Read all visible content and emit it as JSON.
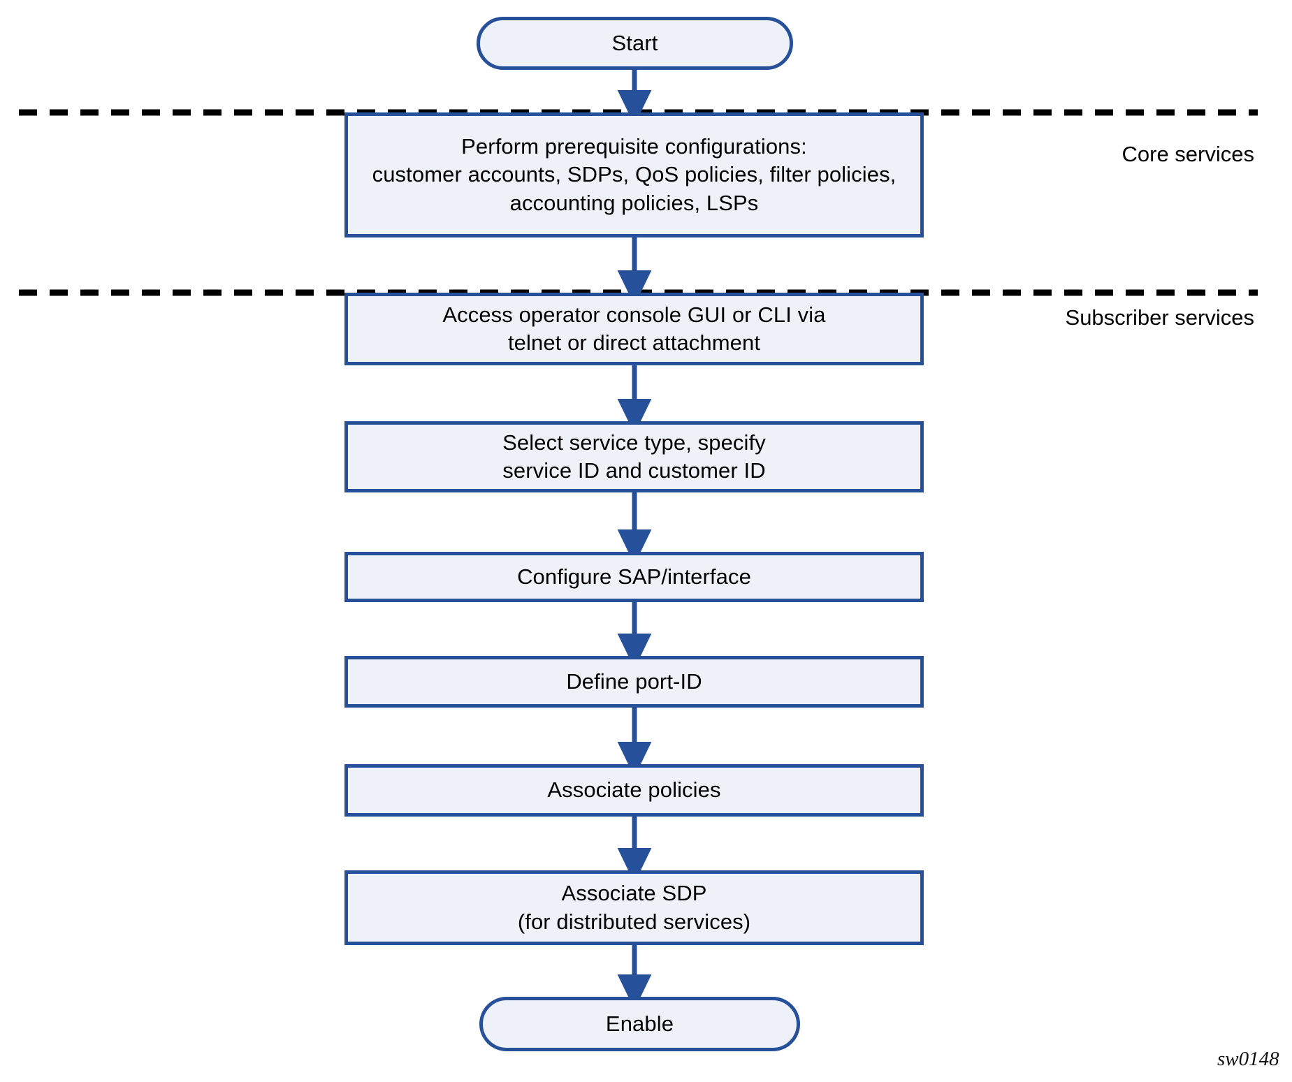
{
  "diagram": {
    "figure_id": "sw0148",
    "colors": {
      "node_fill": "#eef2f8",
      "node_border": "#27509b",
      "connector": "#27509b",
      "divider": "#000000",
      "text": "#000000"
    },
    "swimlanes": [
      {
        "id": "core-services",
        "label": "Core services"
      },
      {
        "id": "subscriber-services",
        "label": "Subscriber services"
      }
    ],
    "nodes": [
      {
        "id": "start",
        "shape": "terminator",
        "lines": [
          "Start"
        ]
      },
      {
        "id": "prerequisites",
        "shape": "process",
        "lines": [
          "Perform prerequisite configurations:",
          "customer accounts, SDPs, QoS policies, filter policies,",
          "accounting policies, LSPs"
        ]
      },
      {
        "id": "access-console",
        "shape": "process",
        "lines": [
          "Access operator console GUI or CLI via",
          "telnet or direct attachment"
        ]
      },
      {
        "id": "select-service-type",
        "shape": "process",
        "lines": [
          "Select service type, specify",
          "service ID and customer ID"
        ]
      },
      {
        "id": "configure-sap",
        "shape": "process",
        "lines": [
          "Configure SAP/interface"
        ]
      },
      {
        "id": "define-port-id",
        "shape": "process",
        "lines": [
          "Define port-ID"
        ]
      },
      {
        "id": "associate-policies",
        "shape": "process",
        "lines": [
          "Associate policies"
        ]
      },
      {
        "id": "associate-sdp",
        "shape": "process",
        "lines": [
          "Associate SDP",
          "(for distributed services)"
        ]
      },
      {
        "id": "enable",
        "shape": "terminator",
        "lines": [
          "Enable"
        ]
      }
    ]
  }
}
